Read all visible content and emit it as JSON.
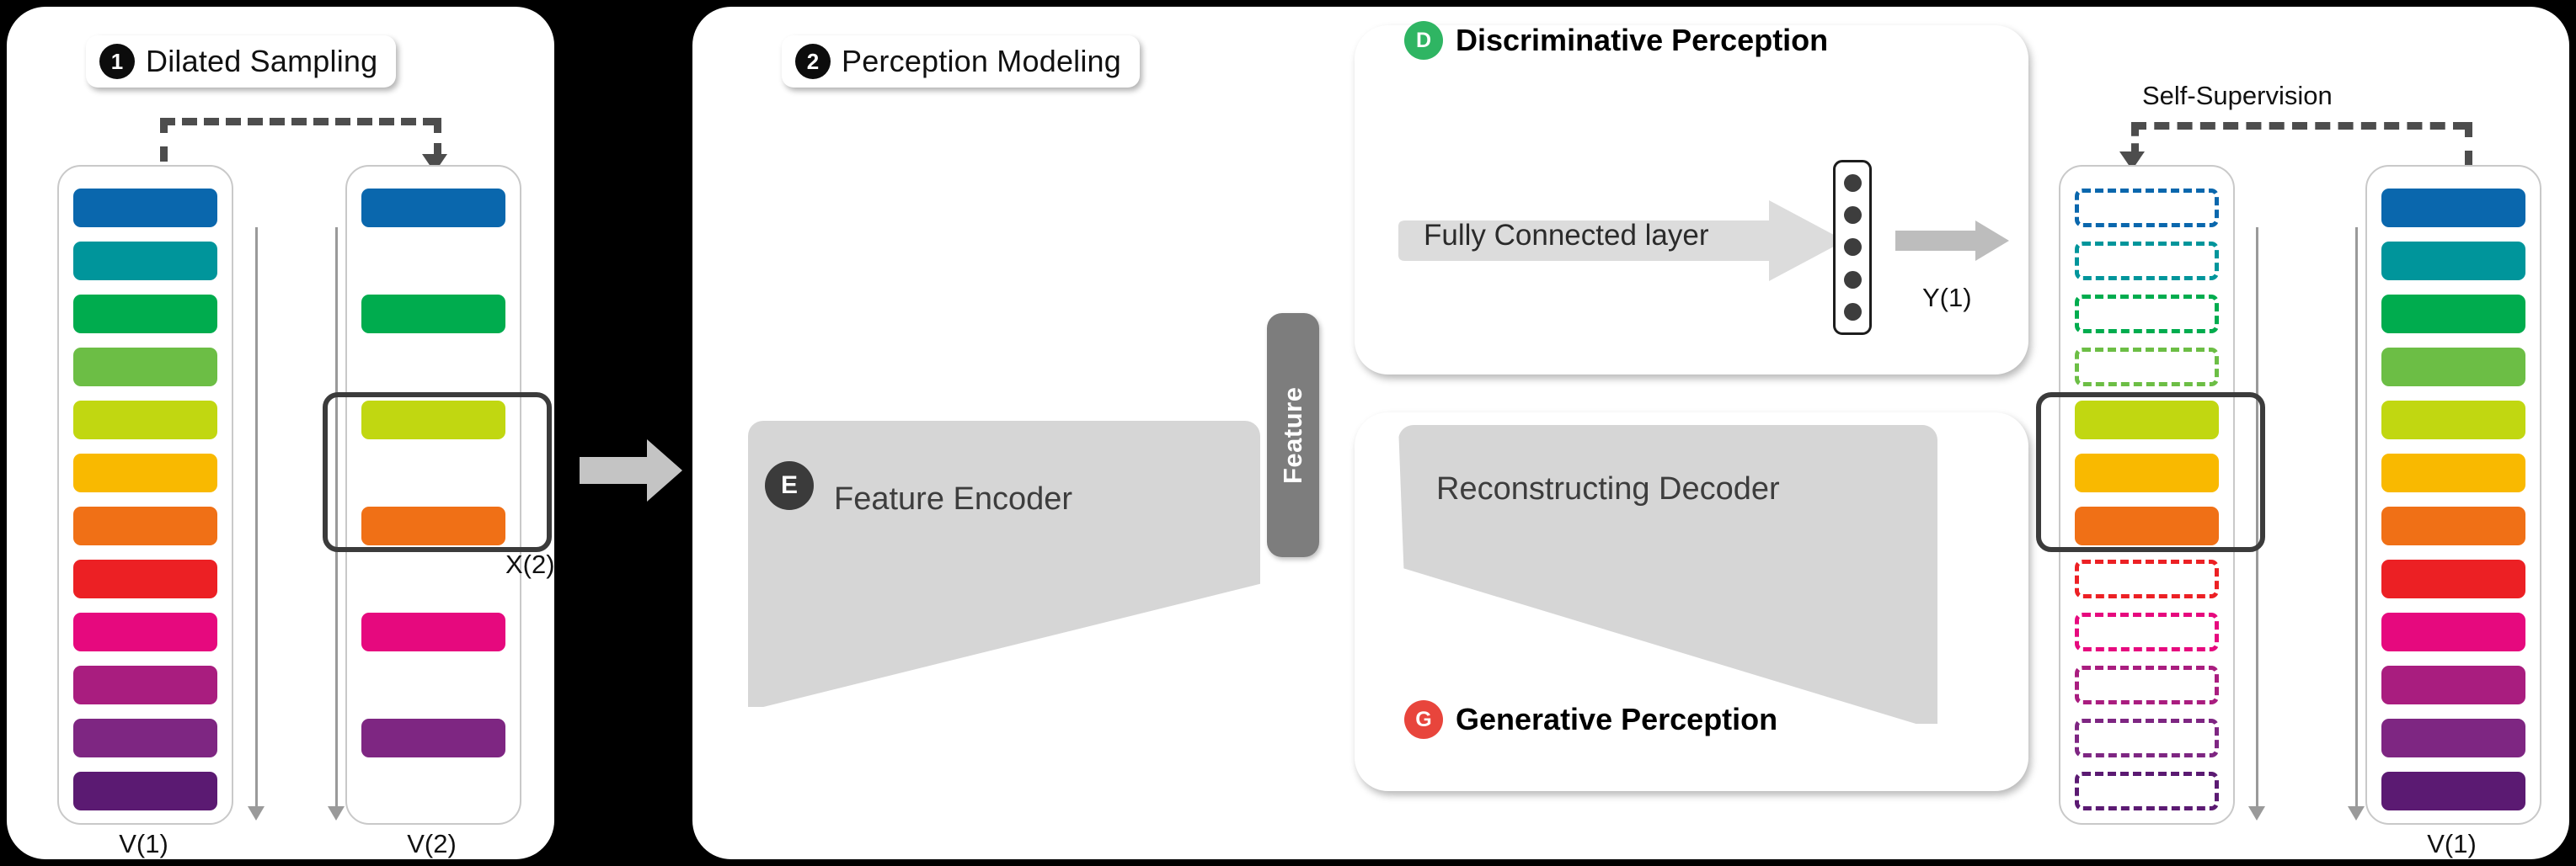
{
  "figure": {
    "title": "Dilated Sampling and Perception Modeling pipeline"
  },
  "steps": [
    {
      "number": "1",
      "title": "Dilated Sampling"
    },
    {
      "number": "2",
      "title": "Perception Modeling"
    }
  ],
  "sections": {
    "discriminative": {
      "badge": "D",
      "label": "Discriminative Perception",
      "badge_color": "#2fb563"
    },
    "generative": {
      "badge": "G",
      "label": "Generative Perception",
      "badge_color": "#e8453c"
    }
  },
  "blocks": {
    "encoder": {
      "badge": "E",
      "label": "Feature Encoder",
      "badge_color": "#3b3b3b"
    },
    "decoder": {
      "label": "Reconstructing Decoder"
    },
    "feature": {
      "label": "Feature"
    },
    "fully_connected": {
      "label": "Fully Connected layer"
    }
  },
  "annotations": {
    "x2": "X(2)",
    "y1": "Y(1)",
    "self_supervision": "Self-Supervision"
  },
  "columns": [
    {
      "id": "v1-left",
      "label": "V(1)",
      "bars": [
        {
          "index": 1,
          "color": "#0a67ad",
          "filled": true
        },
        {
          "index": 2,
          "color": "#00959b",
          "filled": true
        },
        {
          "index": 3,
          "color": "#00ac4e",
          "filled": true
        },
        {
          "index": 4,
          "color": "#6cbe45",
          "filled": true
        },
        {
          "index": 5,
          "color": "#c1d711",
          "filled": true
        },
        {
          "index": 6,
          "color": "#f9b900",
          "filled": true
        },
        {
          "index": 7,
          "color": "#f07016",
          "filled": true
        },
        {
          "index": 8,
          "color": "#ec2024",
          "filled": true
        },
        {
          "index": 9,
          "color": "#e6097e",
          "filled": true
        },
        {
          "index": 10,
          "color": "#a91d7f",
          "filled": true
        },
        {
          "index": 11,
          "color": "#7e2682",
          "filled": true
        },
        {
          "index": 12,
          "color": "#5b1a72",
          "filled": true
        }
      ]
    },
    {
      "id": "v2",
      "label": "V(2)",
      "bars": [
        {
          "index": 1,
          "color": "#0a67ad",
          "filled": true
        },
        {
          "index": 2,
          "color": null,
          "filled": false
        },
        {
          "index": 3,
          "color": "#00ac4e",
          "filled": true
        },
        {
          "index": 4,
          "color": null,
          "filled": false
        },
        {
          "index": 5,
          "color": "#c1d711",
          "filled": true
        },
        {
          "index": 6,
          "color": null,
          "filled": false
        },
        {
          "index": 7,
          "color": "#f07016",
          "filled": true
        },
        {
          "index": 8,
          "color": null,
          "filled": false
        },
        {
          "index": 9,
          "color": "#e6097e",
          "filled": true
        },
        {
          "index": 10,
          "color": null,
          "filled": false
        },
        {
          "index": 11,
          "color": "#7e2682",
          "filled": true
        },
        {
          "index": 12,
          "color": null,
          "filled": false
        }
      ]
    },
    {
      "id": "y1-reconstruction",
      "label": "",
      "bars": [
        {
          "index": 1,
          "color": "#0a67ad",
          "filled": false
        },
        {
          "index": 2,
          "color": "#00959b",
          "filled": false
        },
        {
          "index": 3,
          "color": "#00ac4e",
          "filled": false
        },
        {
          "index": 4,
          "color": "#6cbe45",
          "filled": false
        },
        {
          "index": 5,
          "color": "#c1d711",
          "filled": true
        },
        {
          "index": 6,
          "color": "#f9b900",
          "filled": true
        },
        {
          "index": 7,
          "color": "#f07016",
          "filled": true
        },
        {
          "index": 8,
          "color": "#ec2024",
          "filled": false
        },
        {
          "index": 9,
          "color": "#e6097e",
          "filled": false
        },
        {
          "index": 10,
          "color": "#a91d7f",
          "filled": false
        },
        {
          "index": 11,
          "color": "#7e2682",
          "filled": false
        },
        {
          "index": 12,
          "color": "#5b1a72",
          "filled": false
        }
      ]
    },
    {
      "id": "v1-right",
      "label": "V(1)",
      "bars": [
        {
          "index": 1,
          "color": "#0a67ad",
          "filled": true
        },
        {
          "index": 2,
          "color": "#00959b",
          "filled": true
        },
        {
          "index": 3,
          "color": "#00ac4e",
          "filled": true
        },
        {
          "index": 4,
          "color": "#6cbe45",
          "filled": true
        },
        {
          "index": 5,
          "color": "#c1d711",
          "filled": true
        },
        {
          "index": 6,
          "color": "#f9b900",
          "filled": true
        },
        {
          "index": 7,
          "color": "#f07016",
          "filled": true
        },
        {
          "index": 8,
          "color": "#ec2024",
          "filled": true
        },
        {
          "index": 9,
          "color": "#e6097e",
          "filled": true
        },
        {
          "index": 10,
          "color": "#a91d7f",
          "filled": true
        },
        {
          "index": 11,
          "color": "#7e2682",
          "filled": true
        },
        {
          "index": 12,
          "color": "#5b1a72",
          "filled": true
        }
      ]
    }
  ],
  "neurons": {
    "count": 5,
    "color": "#3d3d3d"
  },
  "palette": {
    "panel_bg": "#ffffff",
    "page_bg": "#000000",
    "grey_block": "#d6d6d6",
    "feature_bar": "#7d7d7d",
    "selection_outline": "#3b3b3b",
    "dashed_connector": "#4d4d4d"
  }
}
